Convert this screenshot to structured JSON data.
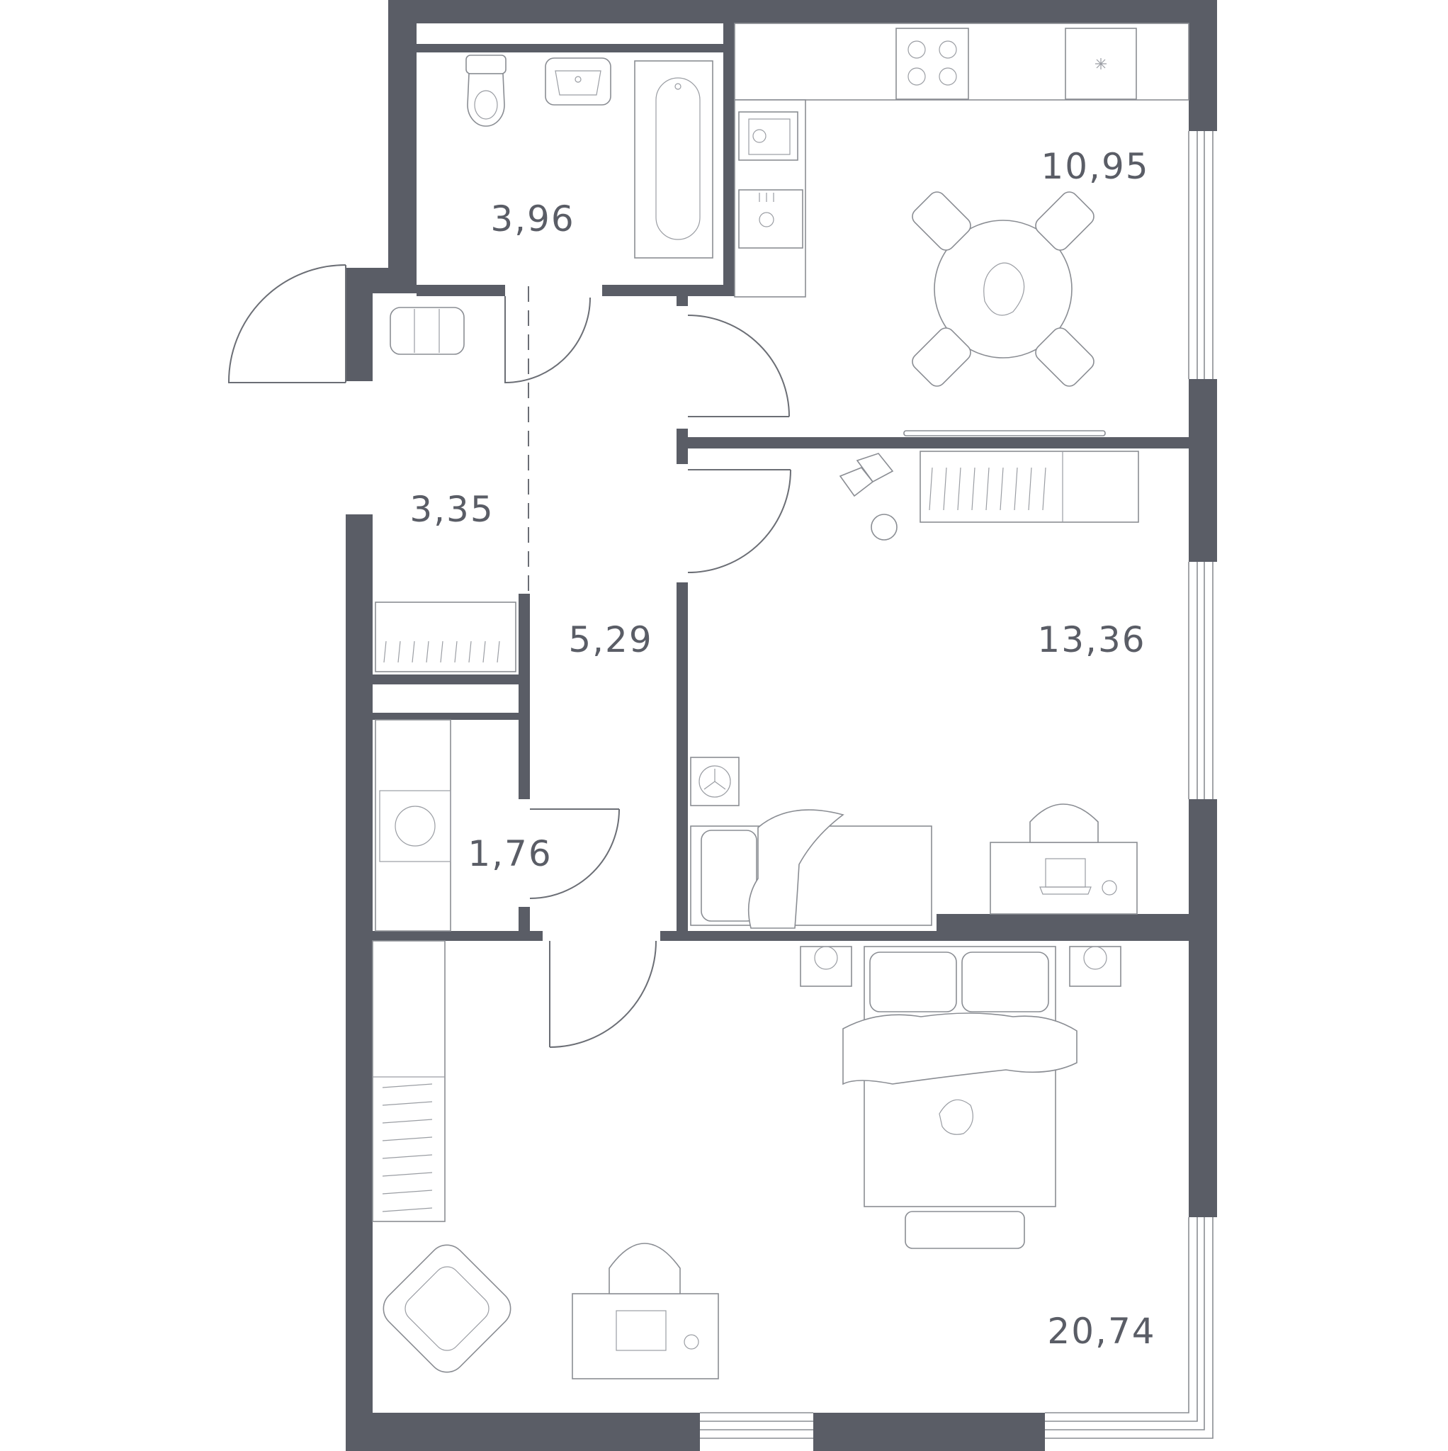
{
  "plan": {
    "rooms": [
      {
        "id": "bathroom",
        "area": "3,96"
      },
      {
        "id": "kitchen",
        "area": "10,95"
      },
      {
        "id": "entrance",
        "area": "3,35"
      },
      {
        "id": "corridor",
        "area": "5,29"
      },
      {
        "id": "bedroom-small",
        "area": "13,36"
      },
      {
        "id": "storage",
        "area": "1,76"
      },
      {
        "id": "bedroom-large",
        "area": "20,74"
      }
    ],
    "colors": {
      "wall": "#5a5d66",
      "line": "#8a8d93",
      "background": "#ffffff"
    }
  }
}
